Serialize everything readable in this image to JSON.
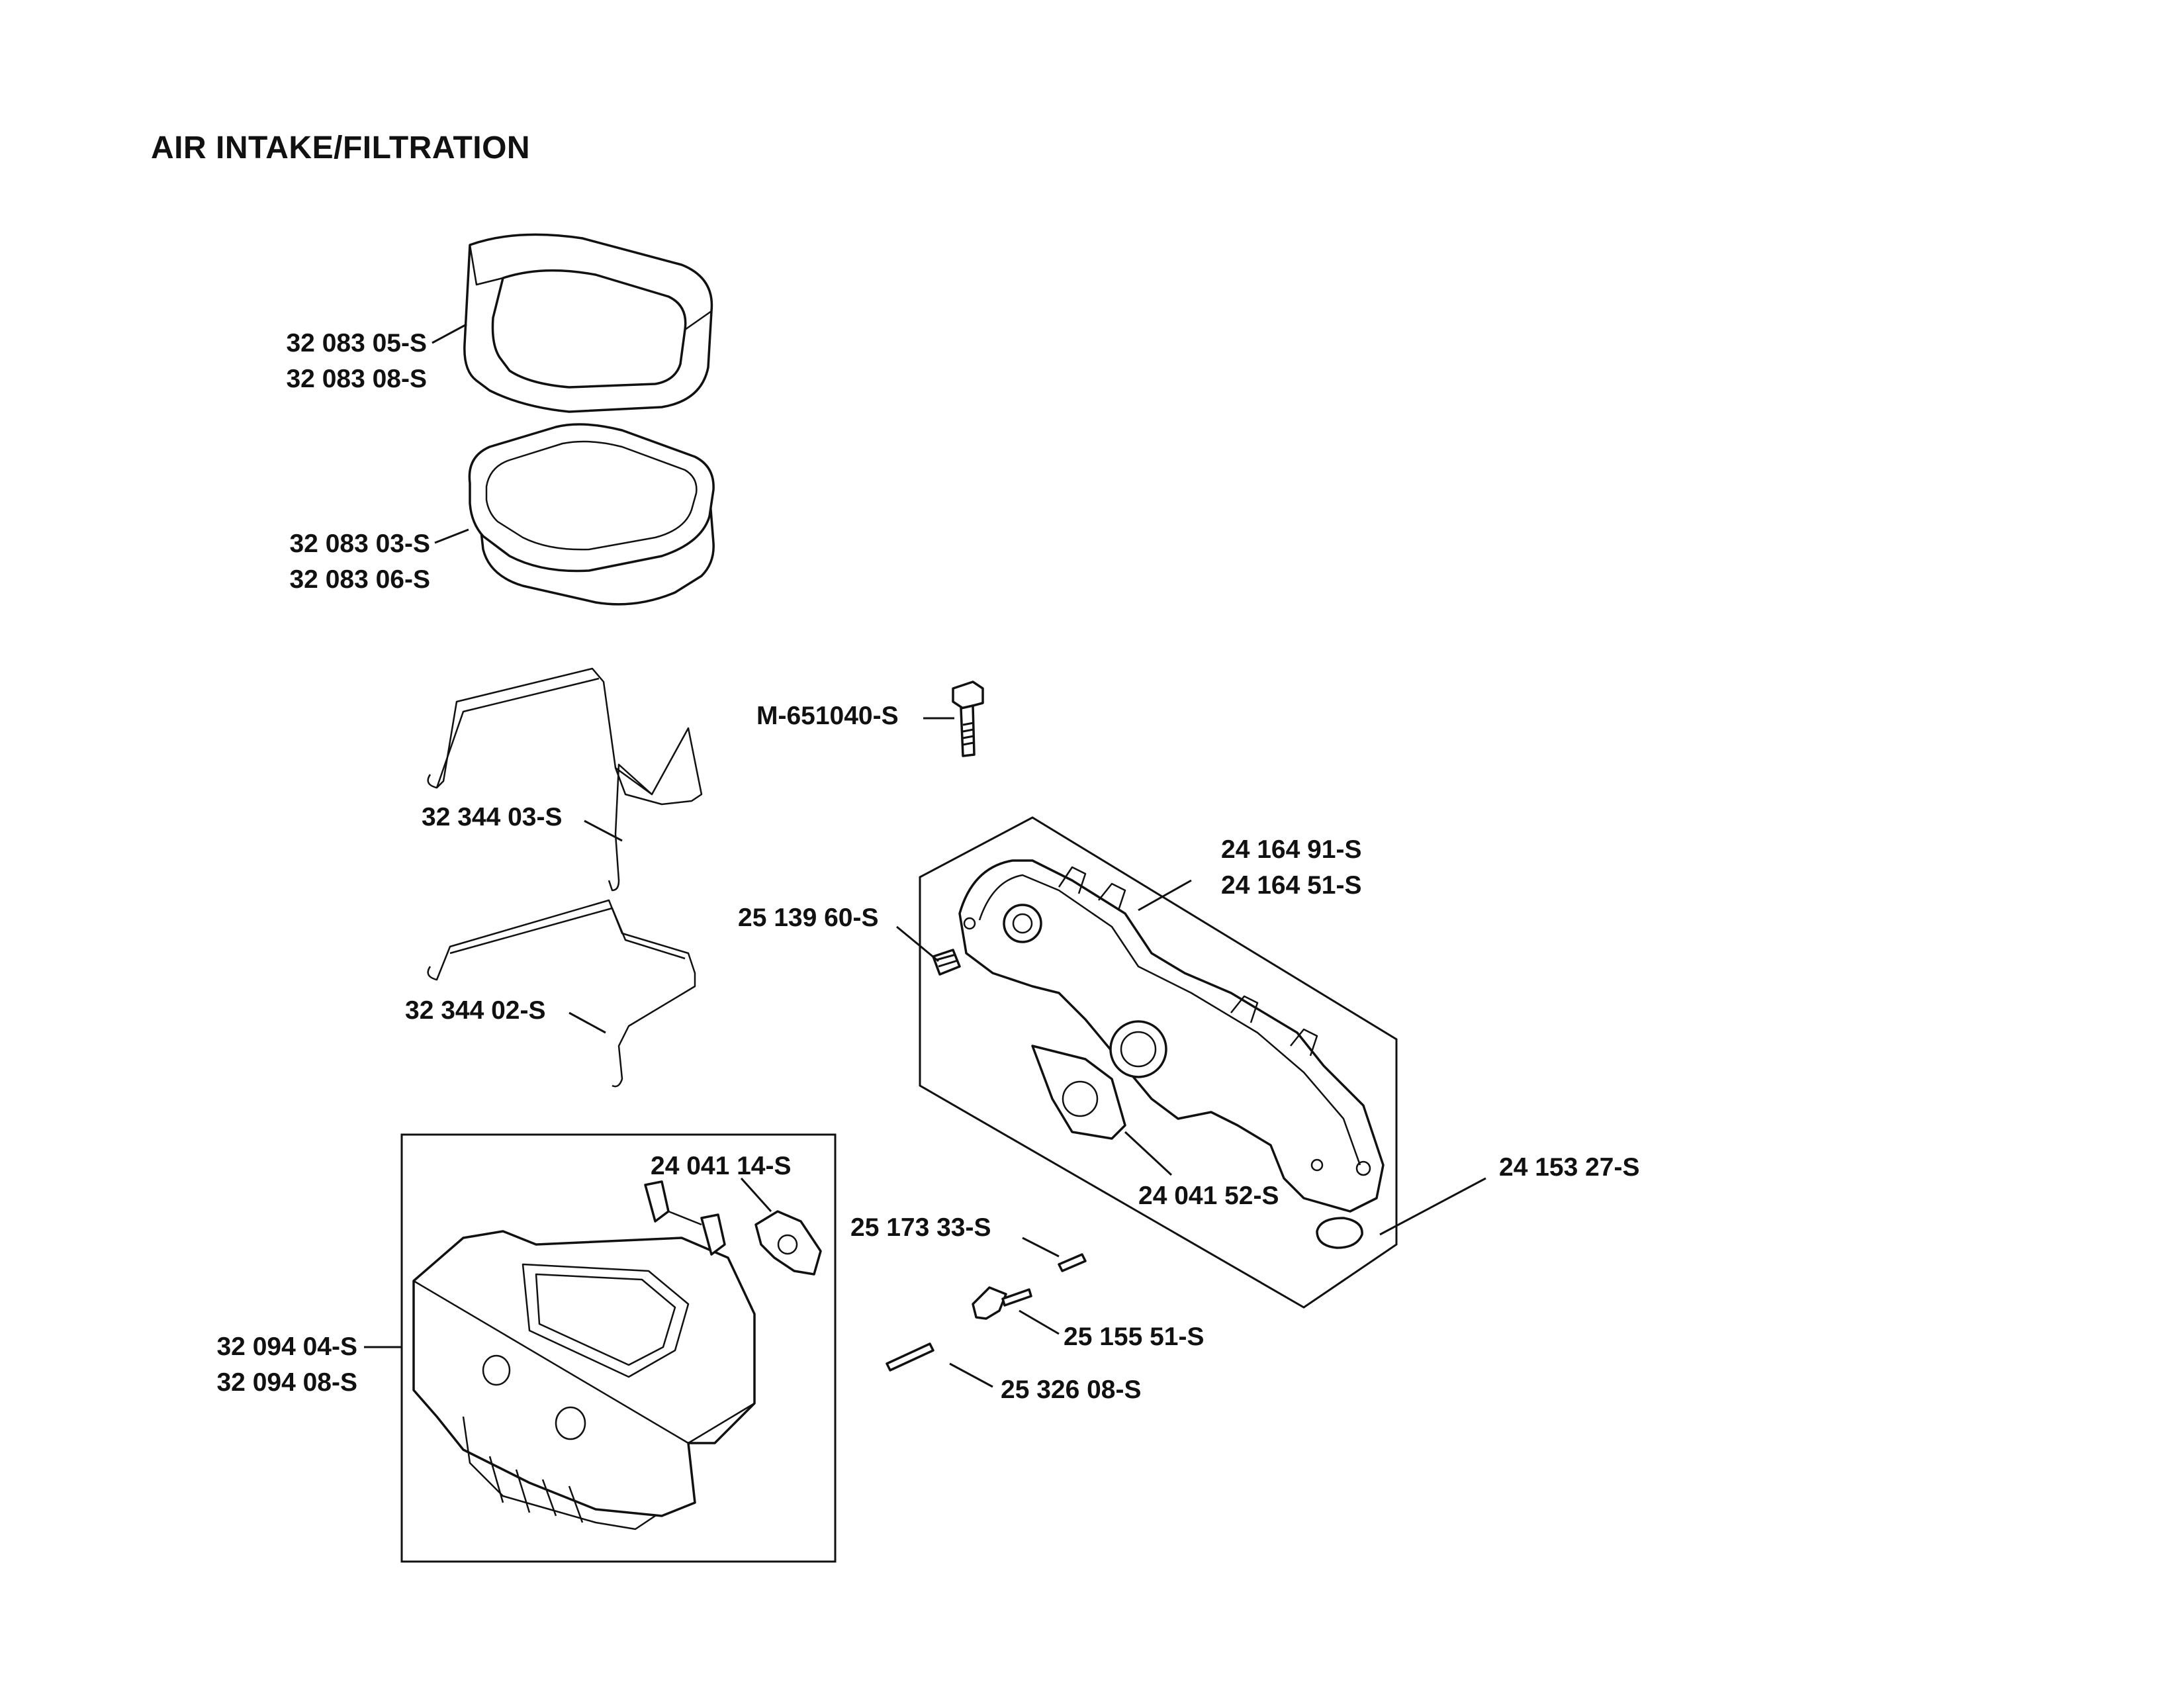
{
  "title": "AIR INTAKE/FILTRATION",
  "labels": {
    "precleaner": [
      "32 083 05-S",
      "32 083 08-S"
    ],
    "filter_element": [
      "32 083 03-S",
      "32 083 06-S"
    ],
    "screw": "M-651040-S",
    "upper_retainer_clip": "32 344 03-S",
    "lower_retainer_clip": "32 344 02-S",
    "intake_manifold": [
      "24 164 91-S",
      "24 164 51-S"
    ],
    "plug": "25 139 60-S",
    "manifold_gasket": "24 041 52-S",
    "o_ring": "24 153 27-S",
    "base_gasket": "24 041 14-S",
    "air_cleaner_base": [
      "32 094 04-S",
      "32 094 08-S"
    ],
    "pin_short": "25 173 33-S",
    "lever": "25 155 51-S",
    "pin_long": "25 326 08-S"
  }
}
